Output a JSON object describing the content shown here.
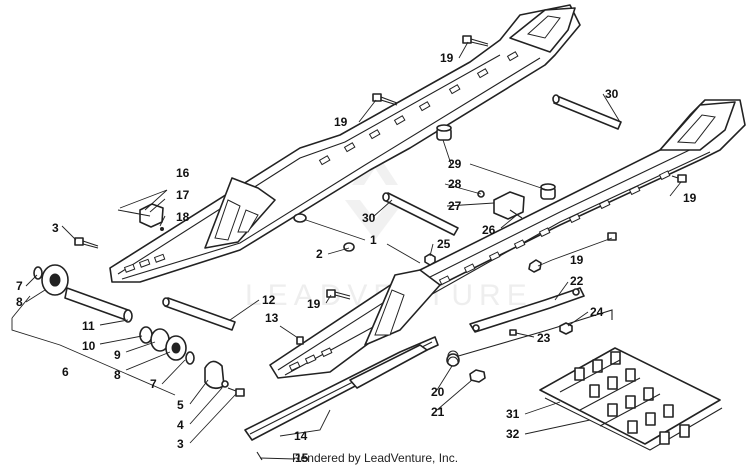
{
  "watermark": {
    "text": "LEADVENTURE"
  },
  "footer": {
    "text": "Rendered by LeadVenture, Inc."
  },
  "callouts": {
    "c1": "1",
    "c2": "2",
    "c3a": "3",
    "c3b": "3",
    "c4": "4",
    "c5": "5",
    "c6": "6",
    "c7a": "7",
    "c7b": "7",
    "c8a": "8",
    "c8b": "8",
    "c9": "9",
    "c10": "10",
    "c11": "11",
    "c12": "12",
    "c13": "13",
    "c14": "14",
    "c15": "15",
    "c16": "16",
    "c17": "17",
    "c18": "18",
    "c19a": "19",
    "c19b": "19",
    "c19c": "19",
    "c19d": "19",
    "c19e": "19",
    "c20": "20",
    "c21": "21",
    "c22": "22",
    "c23": "23",
    "c24": "24",
    "c25": "25",
    "c26": "26",
    "c27": "27",
    "c28": "28",
    "c29": "29",
    "c30a": "30",
    "c30b": "30",
    "c31": "31",
    "c32": "32"
  }
}
